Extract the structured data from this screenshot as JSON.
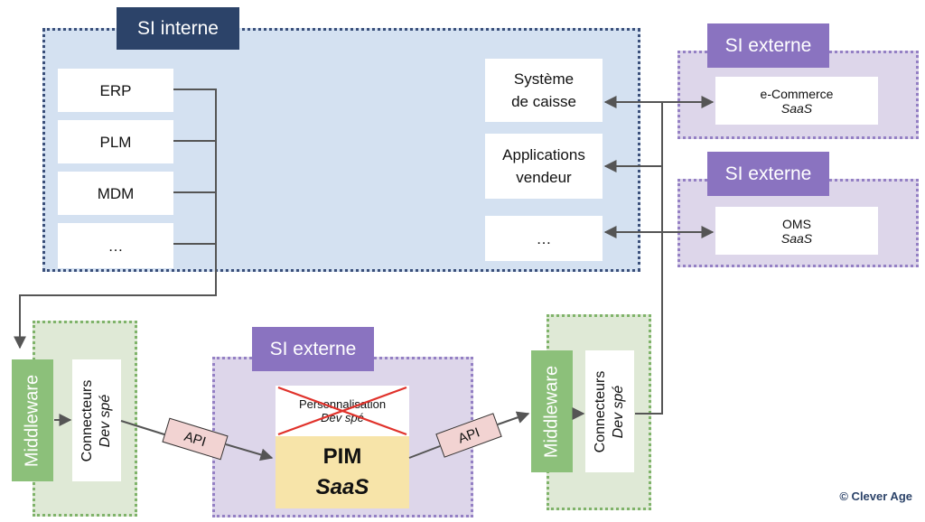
{
  "internal": {
    "title": "SI interne",
    "left_items": [
      "ERP",
      "PLM",
      "MDM",
      "…"
    ],
    "systeme_caisse": [
      "Système",
      "de caisse"
    ],
    "applications_vendeur": [
      "Applications",
      "vendeur"
    ],
    "more": "…"
  },
  "external_top": {
    "title": "SI externe",
    "line1": "e-Commerce",
    "line2": "SaaS"
  },
  "external_mid": {
    "title": "SI externe",
    "line1": "OMS",
    "line2": "SaaS"
  },
  "middleware_left": {
    "bar": "Middleware",
    "line1": "Connecteurs",
    "line2": "Dev spé"
  },
  "middleware_right": {
    "bar": "Middleware",
    "line1": "Connecteurs",
    "line2": "Dev spé"
  },
  "external_pim": {
    "title": "SI externe",
    "perso_line1": "Personnalisation",
    "perso_line2": "Dev spé",
    "pim_line1": "PIM",
    "pim_line2": "SaaS"
  },
  "api_left": "API",
  "api_right": "API",
  "copyright": "© Clever Age",
  "colors": {
    "internal_bg": "#d4e1f1",
    "external_bg": "#ddd6ea",
    "middleware_bg": "#dfe9d6",
    "navy_tag": "#2c4369",
    "purple_tag": "#8a73c0",
    "middleware_bar": "#8cc07a",
    "api_bg": "#f2d3d2",
    "pim_bg": "#f7e4a9",
    "cross": "#e0322b"
  }
}
